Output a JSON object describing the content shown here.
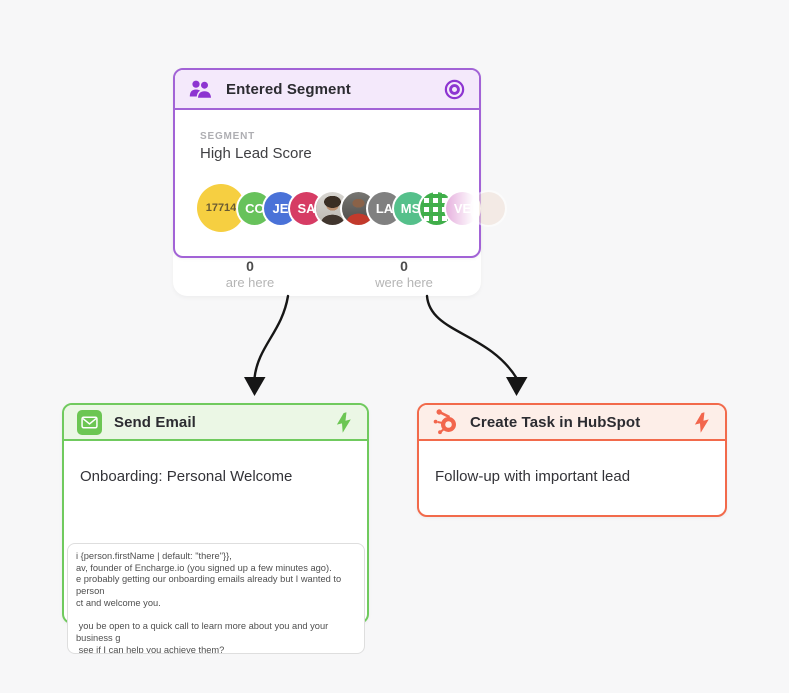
{
  "canvas": {
    "background": "#f7f7f8",
    "arrow_color": "#161616"
  },
  "nodes": {
    "entered_segment": {
      "title": "Entered Segment",
      "accent": "#a263d6",
      "header_bg": "#f4e9fb",
      "icon": "people-icon",
      "corner_icon": "target-icon",
      "field_label": "SEGMENT",
      "field_value": "High Lead Score",
      "avatars": [
        {
          "label": "17714",
          "type": "count",
          "bg": "#f6cf41"
        },
        {
          "label": "CC",
          "type": "initials",
          "bg": "#67c25b"
        },
        {
          "label": "JE",
          "type": "initials",
          "bg": "#4a72d8"
        },
        {
          "label": "SA",
          "type": "initials",
          "bg": "#d63c64"
        },
        {
          "label": "",
          "type": "photo-beard"
        },
        {
          "label": "",
          "type": "photo-red-shirt"
        },
        {
          "label": "LA",
          "type": "initials",
          "bg": "#808080"
        },
        {
          "label": "MS",
          "type": "initials",
          "bg": "#55c08b"
        },
        {
          "label": "",
          "type": "identicon"
        },
        {
          "label": "VE",
          "type": "initials",
          "bg": "#e5aedd"
        },
        {
          "label": "",
          "type": "faded"
        }
      ],
      "stats": [
        {
          "value": "0",
          "label": "are here"
        },
        {
          "value": "0",
          "label": "were here"
        }
      ]
    },
    "send_email": {
      "title": "Send Email",
      "accent": "#70ca5e",
      "header_bg": "#ebf7e5",
      "icon": "envelope-icon",
      "corner_icon": "lightning-icon",
      "email_name": "Onboarding: Personal Welcome",
      "preview": "i {person.firstName | default: \"there\"}},\nav, founder of Encharge.io (you signed up a few minutes ago).\ne probably getting our onboarding emails already but I wanted to person\nct and welcome you.\n\n you be open to a quick call to learn more about you and your business g\n see if I can help you achieve them?\n\nyou,"
    },
    "create_task": {
      "title": "Create Task in HubSpot",
      "accent": "#f26a4b",
      "header_bg": "#fdeee8",
      "icon": "hubspot-icon",
      "corner_icon": "lightning-icon",
      "task_name": "Follow-up with important lead"
    }
  }
}
